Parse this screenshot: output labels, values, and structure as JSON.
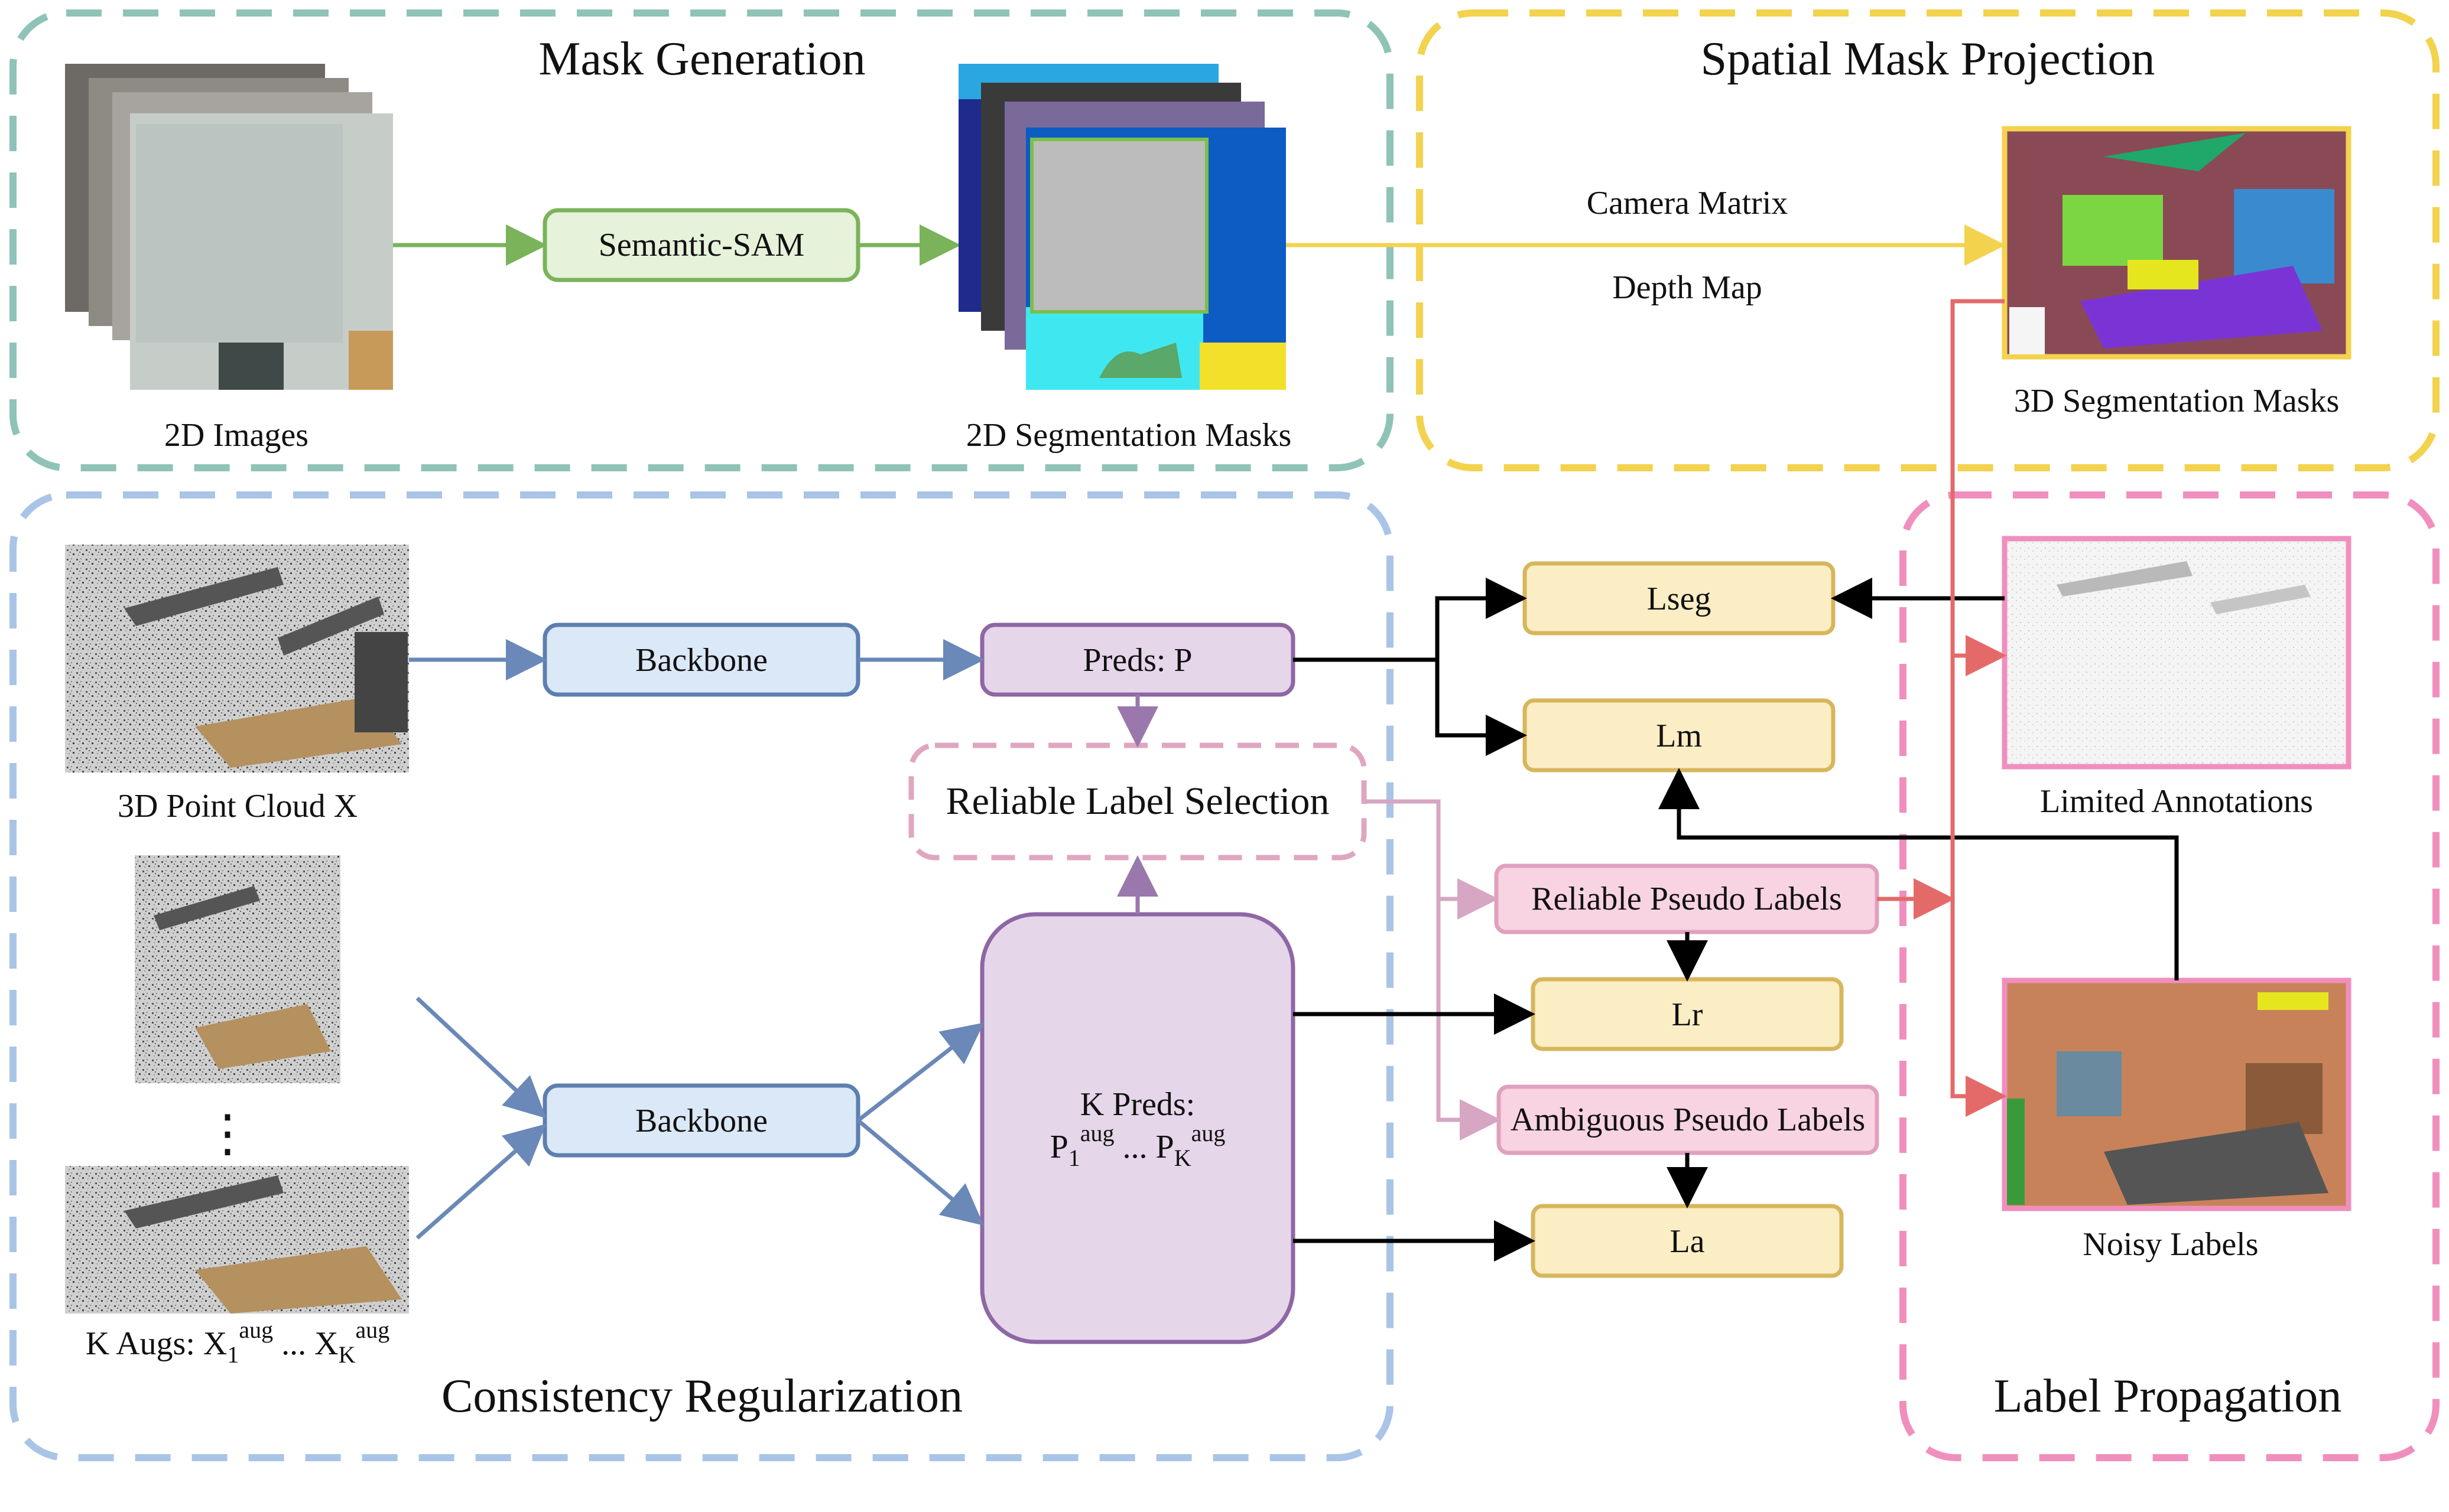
{
  "regions": {
    "mask_generation": "Mask Generation",
    "spatial_mask_projection": "Spatial Mask Projection",
    "consistency_regularization": "Consistency Regularization",
    "label_propagation": "Label Propagation"
  },
  "captions": {
    "images_2d": "2D Images",
    "seg_masks_2d": "2D Segmentation Masks",
    "seg_masks_3d": "3D Segmentation Masks",
    "point_cloud": "3D Point Cloud X",
    "limited_annotations": "Limited Annotations",
    "noisy_labels": "Noisy Labels",
    "k_augs_prefix": "K Augs: X",
    "k_augs_sub1": "1",
    "k_augs_sup": "aug",
    "k_augs_mid": " ... X",
    "k_augs_subK": "K",
    "ellipsis": "⋮"
  },
  "edge_labels": {
    "camera_matrix": "Camera Matrix",
    "depth_map": "Depth Map"
  },
  "nodes": {
    "semantic_sam": "Semantic-SAM",
    "backbone_1": "Backbone",
    "backbone_2": "Backbone",
    "preds": "Preds: P",
    "reliable_label_selection": "Reliable Label Selection",
    "k_preds_title": "K Preds:",
    "k_preds_p": "P",
    "k_preds_sub1": "1",
    "k_preds_sup": "aug",
    "k_preds_mid": " ... P",
    "k_preds_subK": "K",
    "reliable_pseudo_labels": "Reliable Pseudo Labels",
    "ambiguous_pseudo_labels": "Ambiguous Pseudo Labels",
    "l_seg": "Lseg",
    "l_m": "Lm",
    "l_r": "Lr",
    "l_a": "La"
  },
  "colors": {
    "teal_region": "#8fc3b8",
    "yellow_region": "#f3d24e",
    "blue_region": "#a9c4e6",
    "pink_region": "#f08fbd",
    "green_node_fill": "#e6f2d9",
    "green_node_stroke": "#7ab35a",
    "blue_node_fill": "#dbe8f7",
    "blue_node_stroke": "#5d7fb0",
    "purple_node_fill": "#e6d6ea",
    "purple_node_stroke": "#8e67a4",
    "pink_node_fill": "#f8d3e2",
    "pink_node_stroke": "#e0a0be",
    "loss_fill": "#fbedc4",
    "loss_stroke": "#d7b65c",
    "red_arrow": "#e46a6a",
    "green_arrow": "#7ab35a",
    "yellow_arrow": "#f3d24e",
    "blue_arrow": "#6a88b8",
    "purple_arrow": "#9a77ac",
    "pink_arrow": "#d6a6c2"
  }
}
